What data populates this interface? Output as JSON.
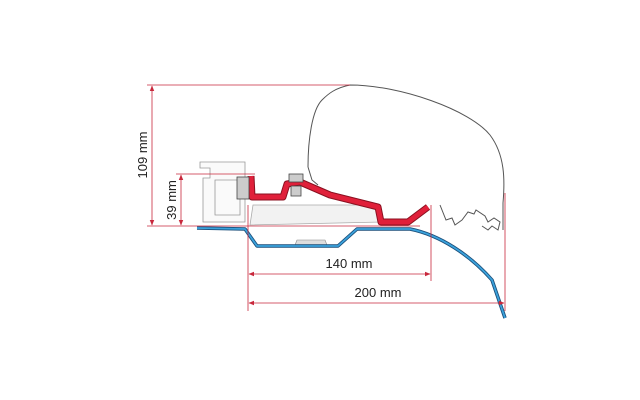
{
  "dimensions": {
    "height_total": "109 mm",
    "height_adapter": "39 mm",
    "width_adapter": "140 mm",
    "width_total": "200 mm"
  },
  "colors": {
    "dimension_lines": "#c8283c",
    "adapter_bracket": "#e0203a",
    "roof_profile": "#2a8fd0",
    "outline": "#555555"
  }
}
